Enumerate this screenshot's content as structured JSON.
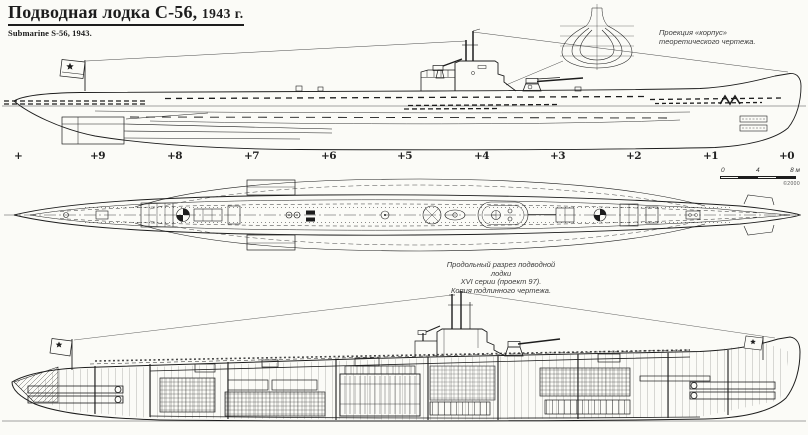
{
  "colors": {
    "paper": "#fbfbf7",
    "ink": "#1d1d1d",
    "annotation": "#3c3c3c"
  },
  "header": {
    "title_ru": "Подводная лодка С-56,",
    "title_year": "1943 г.",
    "subtitle_en": "Submarine S-56, 1943."
  },
  "annotations": {
    "body_plan_line1": "Проекция «корпус»",
    "body_plan_line2": "теоретического чертежа.",
    "cutaway_line1": "Продольный разрез подводной лодки",
    "cutaway_line2": "XVI серии (проект 97).",
    "cutaway_line3": "Копия подлинного чертежа."
  },
  "stations": {
    "s_blank": "+",
    "s9": "+9",
    "s8": "+8",
    "s7": "+7",
    "s6": "+6",
    "s5": "+5",
    "s4": "+4",
    "s3": "+3",
    "s2": "+2",
    "s1": "+1",
    "s0": "+0"
  },
  "scale_bar": {
    "t0": "0",
    "t4": "4",
    "t8": "8 м",
    "credit": "©2000"
  }
}
